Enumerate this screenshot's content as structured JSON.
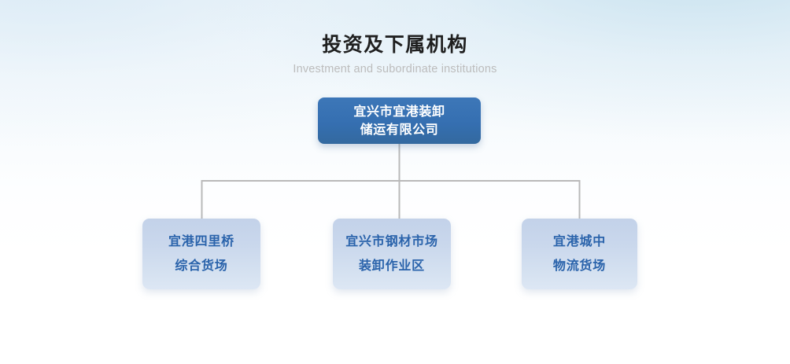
{
  "heading": {
    "title": "投资及下属机构",
    "subtitle": "Investment and subordinate institutions"
  },
  "org_chart": {
    "root": {
      "name": "宜兴市宜港装卸储运有限公司",
      "lines": [
        "宜兴市宜港装卸",
        "储运有限公司"
      ]
    },
    "children": [
      {
        "name": "宜港四里桥综合货场",
        "lines": [
          "宜港四里桥",
          "综合货场"
        ]
      },
      {
        "name": "宜兴市钢材市场装卸作业区",
        "lines": [
          "宜兴市钢材市场",
          "装卸作业区"
        ]
      },
      {
        "name": "宜港城中物流货场",
        "lines": [
          "宜港城中",
          "物流货场"
        ]
      }
    ]
  },
  "colors": {
    "root_node_fill": "#3572b5",
    "root_node_text": "#ffffff",
    "child_node_fill": "#c5d3ea",
    "child_node_text": "#2a63ab",
    "connector_line": "#b9b9b9",
    "title_text": "#1f1f1f",
    "subtitle_text": "#bcbcbc",
    "background_top": "#e8f2f8",
    "background_bottom": "#ffffff"
  }
}
